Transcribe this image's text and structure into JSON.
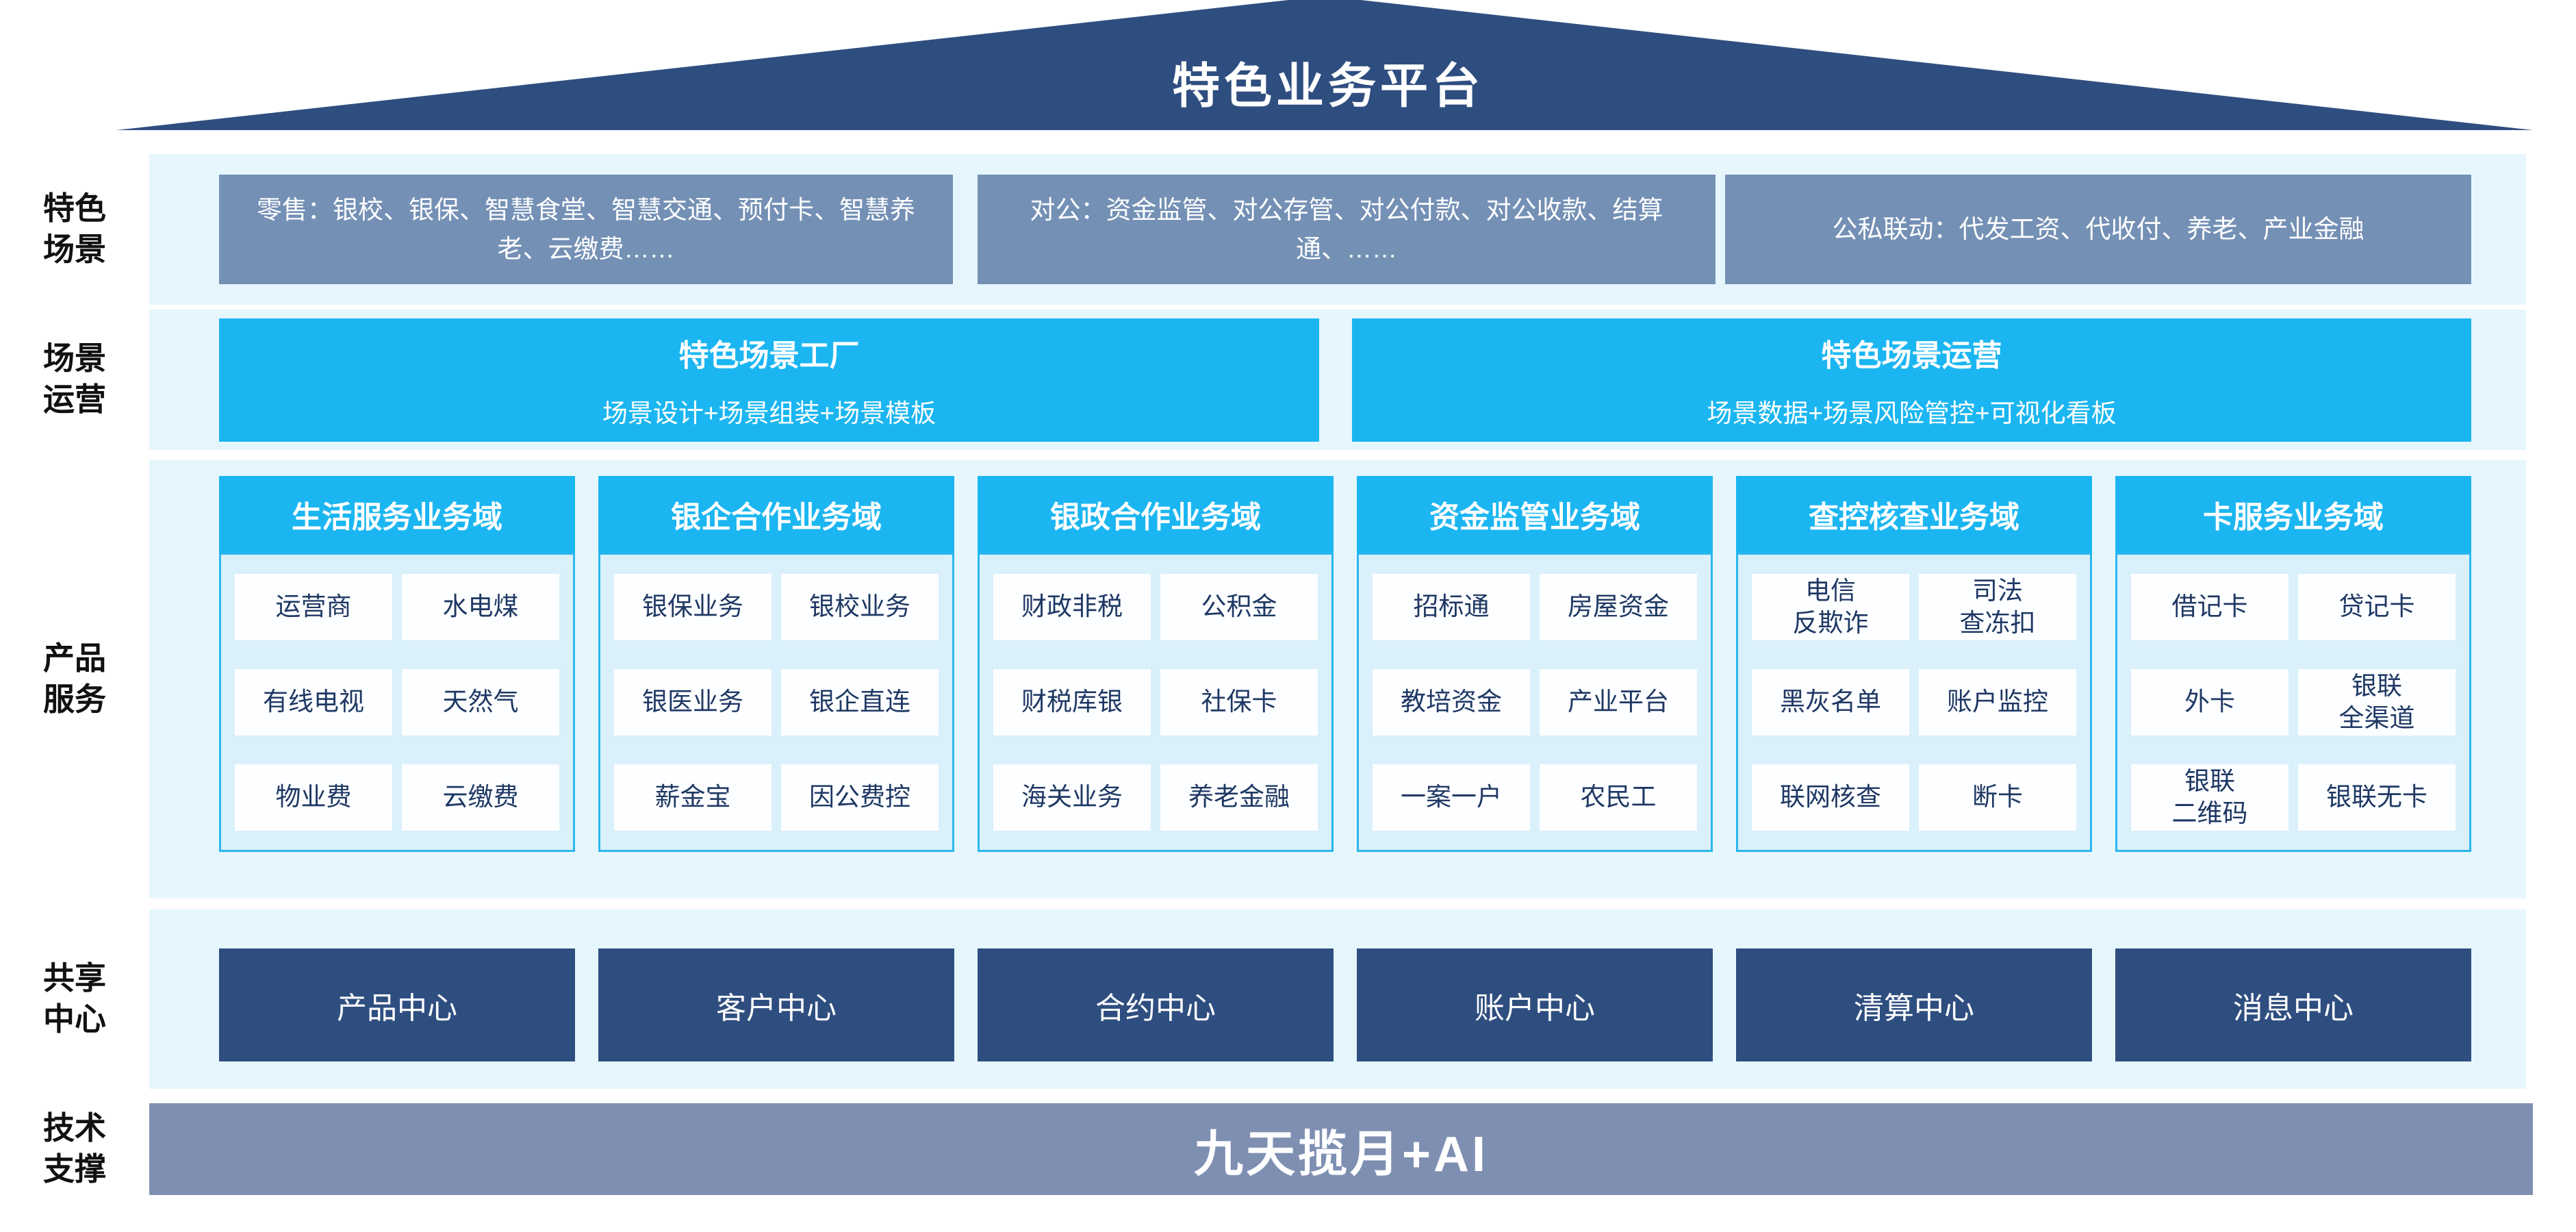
{
  "title": "特色业务平台",
  "colors": {
    "roof_navy": "#2F4E80",
    "band_light_blue": "#E6F6FD",
    "scene_slate": "#7490B5",
    "cyan": "#1BB6F1",
    "panel_border_cyan": "#2BB7EE",
    "panel_bg": "#DAF0FB",
    "cell_text_navy": "#1F3864",
    "center_navy": "#2F4E80",
    "tech_bar_slate": "#7E8FB2"
  },
  "sections": {
    "scenes": {
      "label": "特色\n场景",
      "boxes": [
        "零售：银校、银保、智慧食堂、智慧交通、预付卡、智慧养老、云缴费……",
        "对公：资金监管、对公存管、对公付款、对公收款、结算通、……",
        "公私联动：代发工资、代收付、养老、产业金融"
      ]
    },
    "operations": {
      "label": "场景\n运营",
      "boxes": [
        {
          "title": "特色场景工厂",
          "subtitle": "场景设计+场景组装+场景模板"
        },
        {
          "title": "特色场景运营",
          "subtitle": "场景数据+场景风险管控+可视化看板"
        }
      ]
    },
    "products": {
      "label": "产品\n服务",
      "columns": [
        {
          "header": "生活服务业务域",
          "cells": [
            "运营商",
            "水电煤",
            "有线电视",
            "天然气",
            "物业费",
            "云缴费"
          ]
        },
        {
          "header": "银企合作业务域",
          "cells": [
            "银保业务",
            "银校业务",
            "银医业务",
            "银企直连",
            "薪金宝",
            "因公费控"
          ]
        },
        {
          "header": "银政合作业务域",
          "cells": [
            "财政非税",
            "公积金",
            "财税库银",
            "社保卡",
            "海关业务",
            "养老金融"
          ]
        },
        {
          "header": "资金监管业务域",
          "cells": [
            "招标通",
            "房屋资金",
            "教培资金",
            "产业平台",
            "一案一户",
            "农民工"
          ]
        },
        {
          "header": "查控核查业务域",
          "cells": [
            "电信\n反欺诈",
            "司法\n查冻扣",
            "黑灰名单",
            "账户监控",
            "联网核查",
            "断卡"
          ]
        },
        {
          "header": "卡服务业务域",
          "cells": [
            "借记卡",
            "贷记卡",
            "外卡",
            "银联\n全渠道",
            "银联\n二维码",
            "银联无卡"
          ]
        }
      ]
    },
    "centers": {
      "label": "共享\n中心",
      "boxes": [
        "产品中心",
        "客户中心",
        "合约中心",
        "账户中心",
        "清算中心",
        "消息中心"
      ]
    },
    "tech": {
      "label": "技术\n支撑",
      "bar": "九天揽月+AI"
    }
  }
}
